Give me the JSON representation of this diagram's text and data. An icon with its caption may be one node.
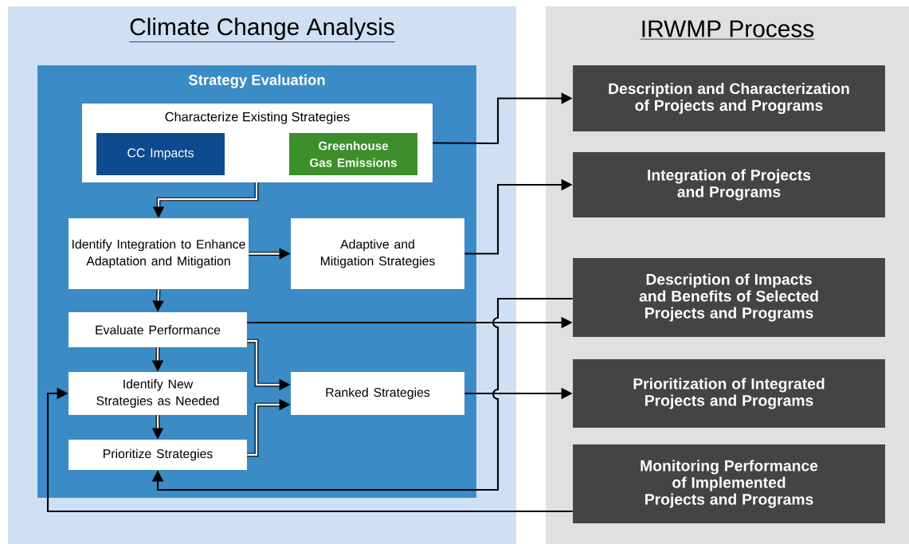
{
  "diagram": {
    "nodes": [
      {
        "text": [
          "Climate Change Analysis"
        ]
      },
      {
        "text": [
          "IRWMP Process"
        ]
      },
      {
        "text": [
          "Strategy Evaluation"
        ],
        "in": 0
      },
      {
        "text": [
          "Characterize Existing Strategies"
        ],
        "in": 2
      },
      {
        "text": [
          "CC Impacts"
        ],
        "in": 3
      },
      {
        "text": [
          "Greenhouse Gas Emissions"
        ],
        "in": 3
      },
      {
        "text": [
          "Identify Integration to Enhance Adaptation and Mitigation"
        ],
        "in": 2
      },
      {
        "text": [
          "Adaptive and Mitigation Strategies"
        ],
        "in": 2
      },
      {
        "text": [
          "Evaluate Performance"
        ],
        "in": 2
      },
      {
        "text": [
          "Identify New Strategies as Needed"
        ],
        "in": 2
      },
      {
        "text": [
          "Ranked Strategies"
        ],
        "in": 2
      },
      {
        "text": [
          "Prioritize Strategies"
        ],
        "in": 2
      },
      {
        "text": [
          "Description and Characterization of Projects and Programs"
        ],
        "in": 1
      },
      {
        "text": [
          "Integration of Projects and Programs"
        ],
        "in": 1
      },
      {
        "text": [
          "Description of Impacts and Benefits of Selected Projects and Programs"
        ],
        "in": 1
      },
      {
        "text": [
          "Prioritization of Integrated Projects and Programs"
        ],
        "in": 1
      },
      {
        "text": [
          "Monitoring Performance of Implemented Projects and Programs"
        ],
        "in": 1
      }
    ],
    "edges": [
      {
        "from": 3,
        "to": 12,
        "arrow": "to"
      },
      {
        "from": 3,
        "to": 6,
        "arrow": "to"
      },
      {
        "from": 6,
        "to": 7,
        "arrow": "to"
      },
      {
        "from": 6,
        "to": 8,
        "arrow": "to"
      },
      {
        "from": 7,
        "to": 13,
        "arrow": "to"
      },
      {
        "from": 8,
        "to": 14,
        "arrow": "to"
      },
      {
        "from": 8,
        "to": 9,
        "arrow": "to"
      },
      {
        "from": 8,
        "to": 10,
        "arrow": "to"
      },
      {
        "from": 9,
        "to": 11,
        "arrow": "to"
      },
      {
        "from": 11,
        "to": 10,
        "arrow": "to"
      },
      {
        "from": 10,
        "to": 15,
        "arrow": "to"
      },
      {
        "from": 14,
        "to": 11,
        "arrow": "to"
      },
      {
        "from": 16,
        "to": 9,
        "arrow": "to"
      }
    ]
  }
}
